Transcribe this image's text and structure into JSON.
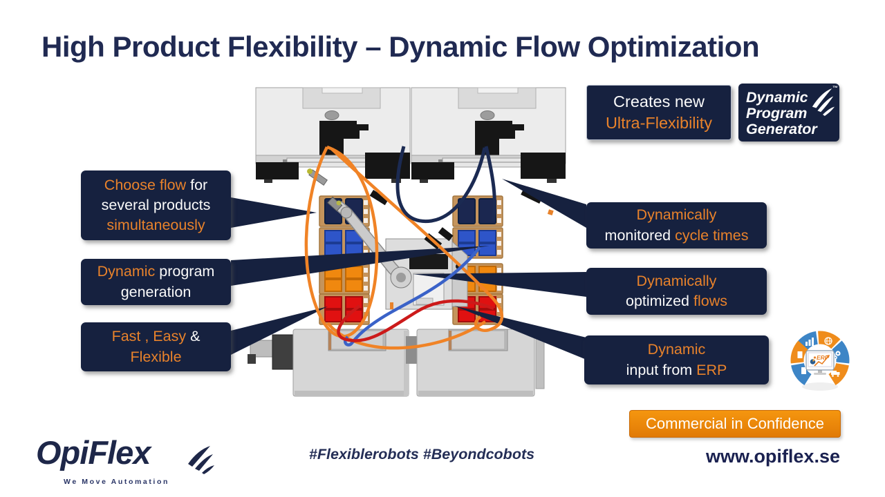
{
  "slide": {
    "title": "High Product Flexibility – Dynamic Flow Optimization"
  },
  "colors": {
    "navy_box": "#16213F",
    "accent_orange": "#E8822B",
    "title_text": "#202A52",
    "flow_orange": "#F08326",
    "flow_navy": "#1B2A52",
    "flow_blue": "#3A62C8",
    "flow_red": "#CC1A1A",
    "confidence_bg": "#E8850E"
  },
  "top_right": {
    "creates_line1": "Creates new",
    "creates_line2": "Ultra-Flexibility",
    "dpg_line1": "Dynamic",
    "dpg_line2": "Program",
    "dpg_line3": "Generator",
    "dpg_tm": "™"
  },
  "callouts_left": [
    {
      "l1a": "Choose flow",
      "l1b": " for",
      "l2": "several products",
      "l3": "simultaneously"
    },
    {
      "l1a": "Dynamic",
      "l1b": " program",
      "l2": "generation"
    },
    {
      "l1a": "Fast , Easy",
      "l1b": " &",
      "l2": "Flexible"
    }
  ],
  "callouts_right": [
    {
      "l1": "Dynamically",
      "l2a": "monitored",
      "l2b": " cycle times"
    },
    {
      "l1": "Dynamically",
      "l2a": "optimized",
      "l2b": " flows"
    },
    {
      "l1": "Dynamic",
      "l2a": "input from",
      "l2b": " ERP"
    }
  ],
  "erp_icon": {
    "label": "ERP"
  },
  "diagram": {
    "pallet_item_colors": [
      "navy",
      "blue",
      "orange",
      "red"
    ],
    "machines": 2,
    "load_stations": 2
  },
  "footer": {
    "confidence": "Commercial in Confidence",
    "hashtags": "#Flexiblerobots #Beyondcobots",
    "website": "www.opiflex.se",
    "logo_text": "OpiFlex",
    "logo_tagline": "We Move Automation"
  }
}
